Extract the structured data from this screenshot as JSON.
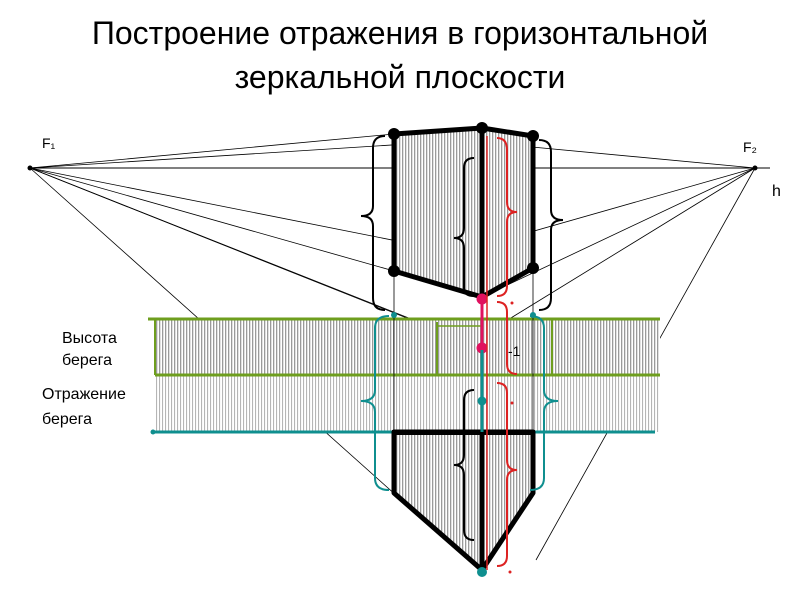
{
  "title": {
    "line1": "Построение отражения в горизонтальной",
    "line2": "зеркальной плоскости"
  },
  "labels": {
    "f1": "F₁",
    "f2": "F₂",
    "h": "h",
    "minus_one": "-1",
    "bank_height_1": "Высота",
    "bank_height_2": "берега",
    "bank_reflection_1": "Отражение",
    "bank_reflection_2": "берега"
  },
  "colors": {
    "outline": "#000000",
    "bank_green": "#6e9e1e",
    "reflection_teal": "#0f8f8f",
    "axis_red": "#dd2222",
    "magenta": "#e0115f",
    "object_fill": "#c8c8c8",
    "bank_fill": "#cfcfcf"
  }
}
